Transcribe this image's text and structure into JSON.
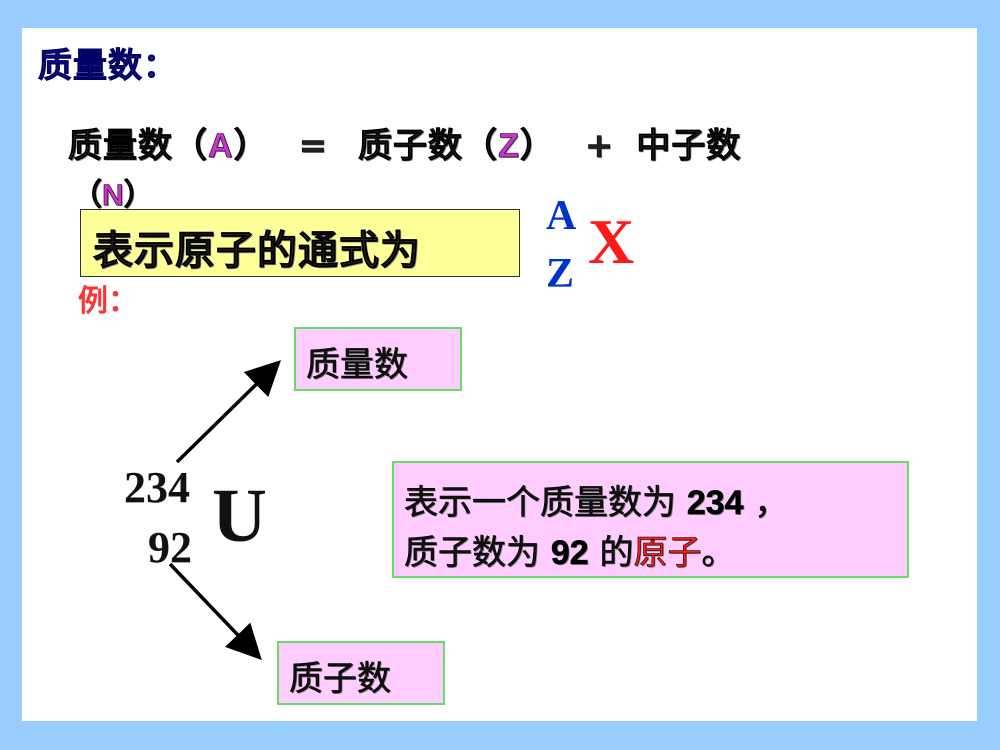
{
  "slide": {
    "title": "质量数：",
    "formula": {
      "mass_number_label": "质量数（",
      "mass_number_var": "A",
      "close1": "）",
      "equals": "=",
      "proton_number_label": "质子数（",
      "proton_number_var": "Z",
      "close2": "）",
      "plus": "+",
      "neutron_number_label": "中子数",
      "neutron_open": "（",
      "neutron_var": "N",
      "neutron_close": "）"
    },
    "general_formula_label": "表示原子的通式为",
    "general_symbol": {
      "mass": "A",
      "proton": "Z",
      "element": "X"
    },
    "example_label": "例：",
    "example": {
      "mass_number": "234",
      "proton_number": "92",
      "element": "U",
      "mass_box_label": "质量数",
      "proton_box_label": "质子数",
      "description": {
        "line1_text": "表示一个质量数为 ",
        "line1_num": "234",
        "line1_end": " ，",
        "line2_text": "质子数为 ",
        "line2_num": "92",
        "line2_mid": " 的",
        "line2_red": "原子",
        "line2_end": "。"
      }
    }
  },
  "colors": {
    "background": "#99ccff",
    "panel": "#ffffff",
    "title": "#1f1f8f",
    "variable": "#cc33cc",
    "highlight_box": "#ffff99",
    "pink_box": "#ffccff",
    "pink_box_border": "#66dd66",
    "symbol_blue": "#0033cc",
    "symbol_red": "#ff1a1a"
  }
}
